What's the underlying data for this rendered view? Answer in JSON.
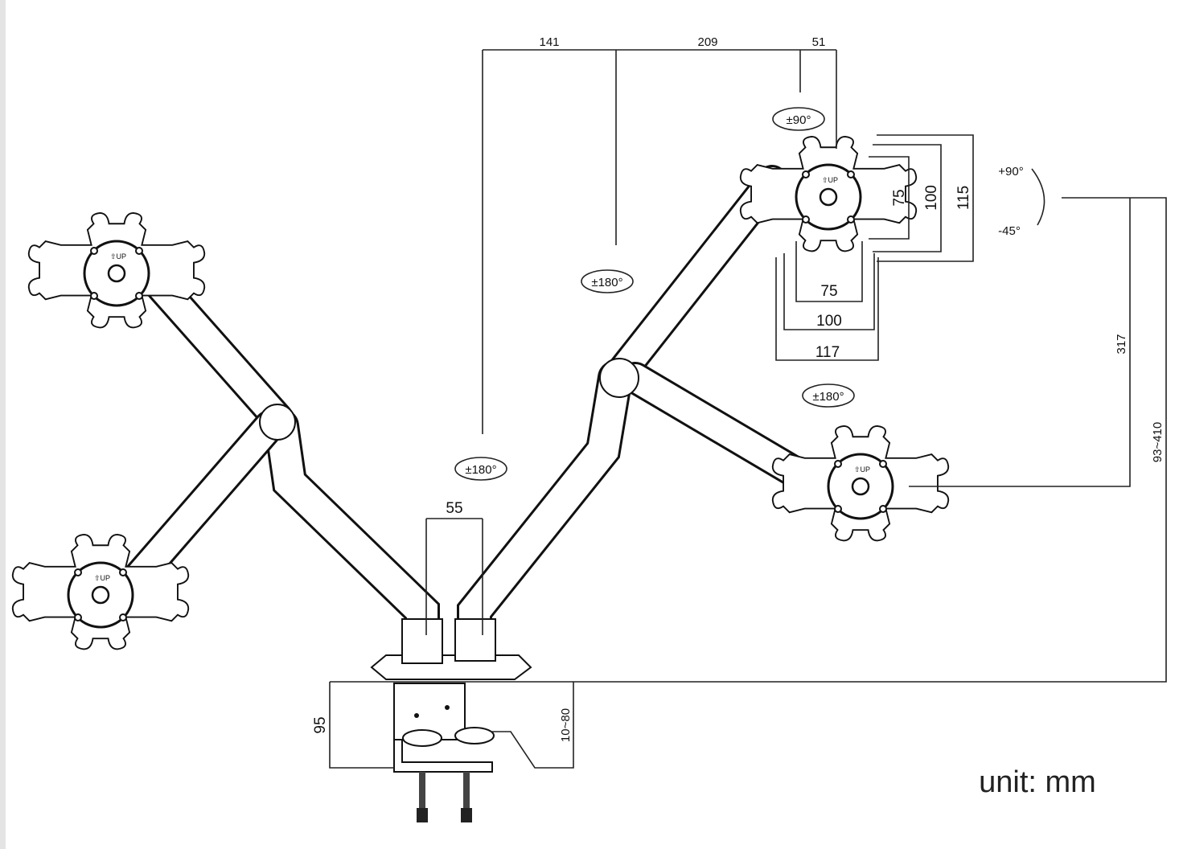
{
  "diagram": {
    "top_dims": {
      "a": "141",
      "b": "209",
      "c": "51"
    },
    "rotations": {
      "tilt_swivel": "±90°",
      "tilt_up": "+90°",
      "tilt_down": "-45°",
      "swivel_base": "±180°",
      "swivel_mid": "±180°",
      "swivel_arm": "±180°"
    },
    "vesa_vertical": {
      "v75": "75",
      "v100": "100",
      "v115": "115"
    },
    "vesa_horizontal": {
      "h75": "75",
      "h100": "100",
      "h117": "117"
    },
    "height_dims": {
      "h317": "317",
      "range": "93~410"
    },
    "pole_width": "55",
    "clamp": {
      "height": "95",
      "thickness": "10~80"
    },
    "unit": "unit: mm"
  }
}
